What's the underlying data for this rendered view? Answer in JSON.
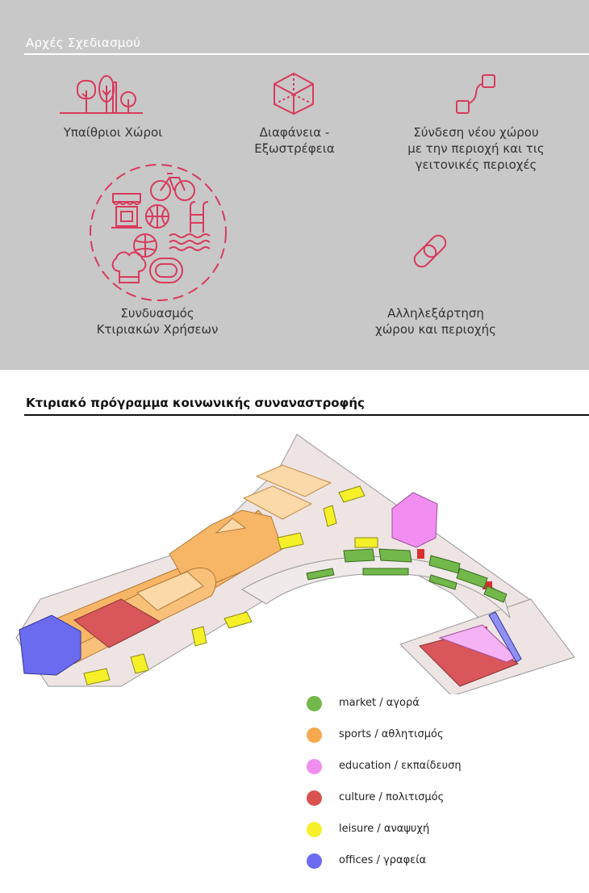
{
  "header": {
    "title": "Αρχές Σχεδιασμού"
  },
  "principles": [
    {
      "icon": "trees-icon",
      "lines": [
        "Υπαίθριοι Χώροι"
      ]
    },
    {
      "icon": "transparent-cube-icon",
      "lines": [
        "Διαφάνεια -",
        "Εξωστρέφεια"
      ]
    },
    {
      "icon": "connected-squares-icon",
      "lines": [
        "Σύνδεση νέου χώρου",
        "με την περιοχή και τις",
        "γειτονικές περιοχές"
      ]
    },
    {
      "icon": "mixed-uses-icon",
      "lines": [
        "Συνδυασμός",
        "Κτιριακών Χρήσεων"
      ]
    },
    {
      "icon": "chain-link-icon",
      "lines": [
        "Αλληλεξάρτηση",
        "χώρου και περιοχής"
      ]
    }
  ],
  "program": {
    "title": "Κτιριακό πρόγραμμα κοινωνικής συναναστροφής"
  },
  "legend": [
    {
      "label": "market / αγορά",
      "color": "#72b84a"
    },
    {
      "label": "sports / αθλητισμός",
      "color": "#f7a94f"
    },
    {
      "label": "education / εκπαίδευση",
      "color": "#f08ef0"
    },
    {
      "label": "culture / πολιτισμός",
      "color": "#d9534f"
    },
    {
      "label": "leisure / αναψυχή",
      "color": "#f5f028"
    },
    {
      "label": "offices / γραφεία",
      "color": "#6b6bf0"
    }
  ],
  "colors": {
    "accent": "#d83a5c",
    "panel": "#c8c8c8"
  }
}
